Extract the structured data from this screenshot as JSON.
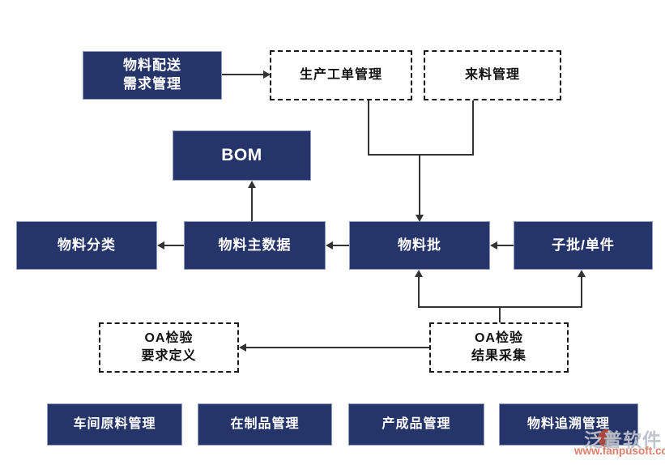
{
  "diagram": {
    "solid_nodes": {
      "material_delivery": {
        "label": "物料配送\n需求管理"
      },
      "bom": {
        "label": "BOM"
      },
      "material_category": {
        "label": "物料分类"
      },
      "material_master": {
        "label": "物料主数据"
      },
      "material_batch": {
        "label": "物料批"
      },
      "sub_batch": {
        "label": "子批/单件"
      },
      "workshop_raw": {
        "label": "车间原料管理"
      },
      "wip": {
        "label": "在制品管理"
      },
      "finished_goods": {
        "label": "产成品管理"
      },
      "material_trace": {
        "label": "物料追溯管理"
      }
    },
    "dashed_nodes": {
      "production_order": {
        "label": "生产工单管理"
      },
      "incoming_material": {
        "label": "来料管理"
      },
      "oa_inspection_requirement": {
        "label": "OA检验\n要求定义"
      },
      "oa_inspection_result": {
        "label": "OA检验\n结果采集"
      }
    },
    "edges": [
      "物料配送需求管理 → 生产工单管理",
      "生产工单管理 + 来料管理 → 物料批",
      "物料主数据 → BOM",
      "物料主数据 → 物料分类",
      "物料批 → 物料主数据",
      "子批/单件 → 物料批",
      "OA检验结果采集 → 物料批",
      "OA检验结果采集 → 子批/单件",
      "OA检验结果采集 → OA检验要求定义"
    ],
    "colors": {
      "node_bg": "#253469",
      "node_text": "#ffffff",
      "dashed_border": "#1a1a1a",
      "connector": "#333333"
    }
  },
  "watermark": {
    "brand": "泛普软件",
    "url": "www.fanpusoft.com",
    "url_color": "#dd7f6c"
  }
}
